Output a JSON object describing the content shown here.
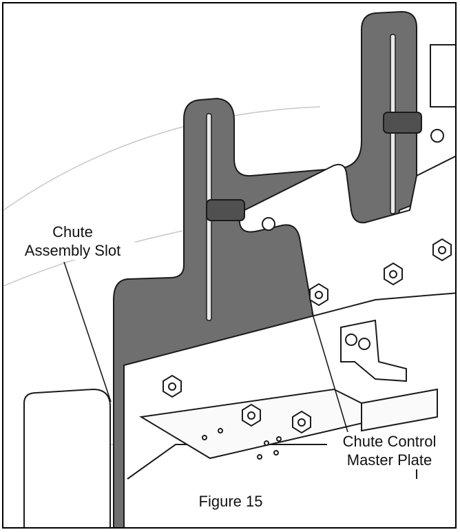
{
  "figure": {
    "caption": "Figure 15",
    "labels": {
      "slot_line1": "Chute",
      "slot_line2": "Assembly Slot",
      "plate_line1": "Chute Control",
      "plate_line2": "Master Plate"
    }
  },
  "colors": {
    "plate_fill": "#6f6f6f",
    "line": "#1a1a1a",
    "light_line": "#bdbdbd",
    "background": "#ffffff"
  }
}
